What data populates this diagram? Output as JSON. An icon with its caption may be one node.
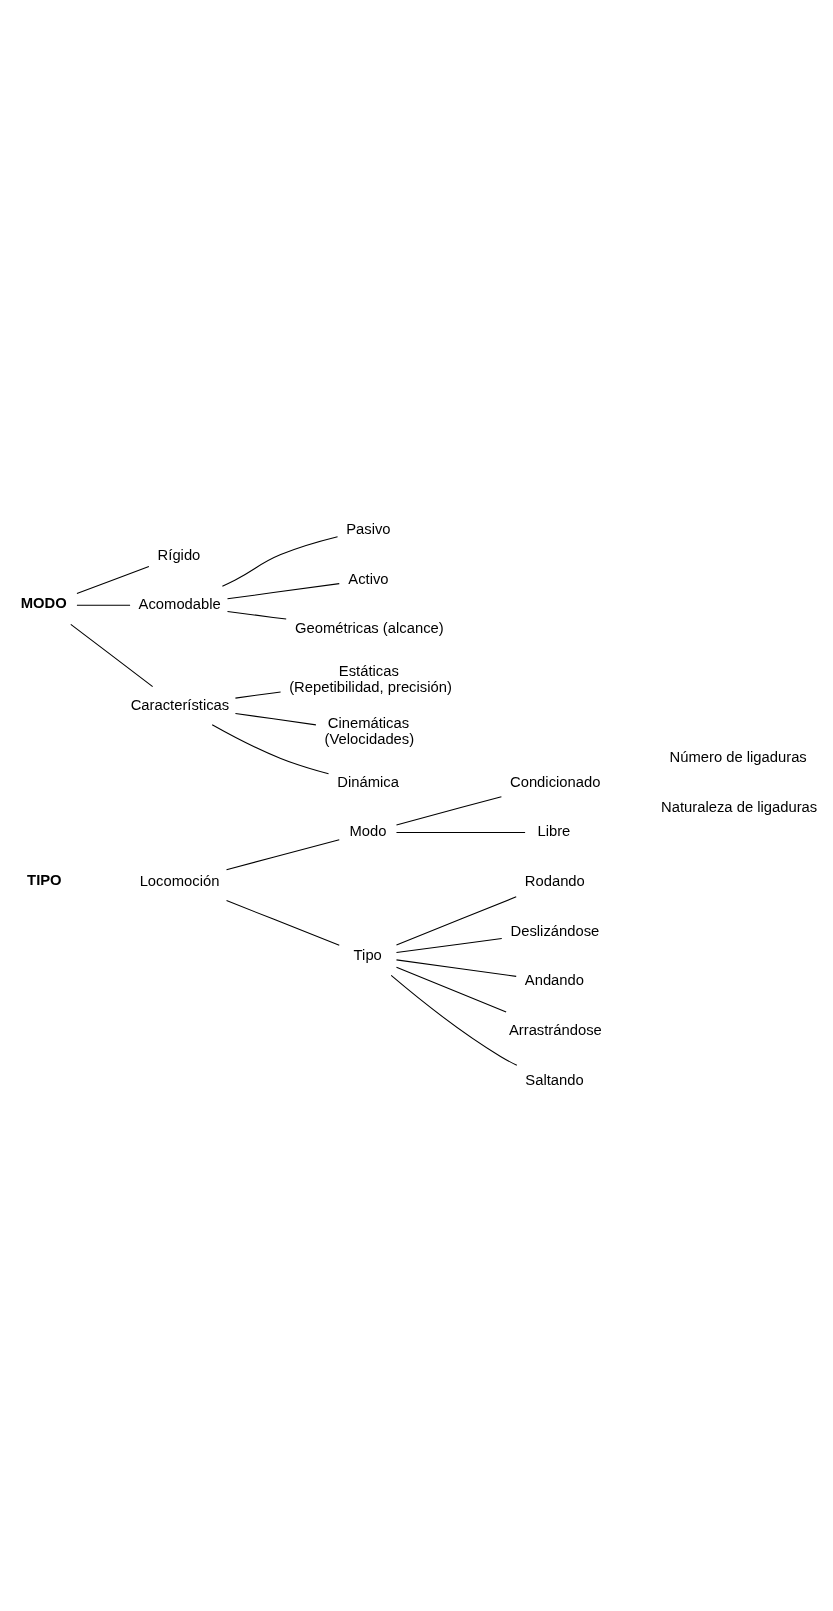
{
  "diagram": {
    "nodes": [
      {
        "text": [
          "Locomoción"
        ]
      },
      {
        "text": [
          "Modo"
        ]
      },
      {
        "text": [
          "Condicionado"
        ]
      },
      {
        "text": [
          "Libre"
        ]
      },
      {
        "text": [
          "Tipo"
        ]
      },
      {
        "text": [
          "Rodando"
        ]
      },
      {
        "text": [
          "Deslizándose"
        ]
      },
      {
        "text": [
          "Andando"
        ]
      },
      {
        "text": [
          "Arrastrándose"
        ]
      },
      {
        "text": [
          "Saltando"
        ]
      },
      {
        "text": [
          "MODO"
        ]
      },
      {
        "text": [
          "Rígido"
        ]
      },
      {
        "text": [
          "Acomodable"
        ]
      },
      {
        "text": [
          "Pasivo"
        ]
      },
      {
        "text": [
          "Activo"
        ]
      },
      {
        "text": [
          "Geométricas (alcance)"
        ]
      },
      {
        "text": [
          "Características"
        ]
      },
      {
        "text": [
          "Estáticas",
          "(Repetibilidad, precisión)"
        ]
      },
      {
        "text": [
          "Cinemáticas",
          "(Velocidades)"
        ]
      },
      {
        "text": [
          "Dinámica"
        ]
      }
    ],
    "edges": [
      {
        "from": 0,
        "to": 1,
        "arrow": "none"
      },
      {
        "from": 0,
        "to": 4,
        "arrow": "none"
      },
      {
        "from": 1,
        "to": 2,
        "arrow": "none"
      },
      {
        "from": 1,
        "to": 3,
        "arrow": "none"
      },
      {
        "from": 4,
        "to": 5,
        "arrow": "none"
      },
      {
        "from": 4,
        "to": 6,
        "arrow": "none"
      },
      {
        "from": 4,
        "to": 7,
        "arrow": "none"
      },
      {
        "from": 4,
        "to": 8,
        "arrow": "none"
      },
      {
        "from": 4,
        "to": 9,
        "arrow": "none"
      },
      {
        "from": 10,
        "to": 11,
        "arrow": "none"
      },
      {
        "from": 10,
        "to": 12,
        "arrow": "none"
      },
      {
        "from": 10,
        "to": 16,
        "arrow": "none"
      },
      {
        "from": 12,
        "to": 13,
        "arrow": "none"
      },
      {
        "from": 12,
        "to": 14,
        "arrow": "none"
      },
      {
        "from": 12,
        "to": 15,
        "arrow": "none"
      },
      {
        "from": 16,
        "to": 17,
        "arrow": "none"
      },
      {
        "from": 16,
        "to": 18,
        "arrow": "none"
      },
      {
        "from": 16,
        "to": 19,
        "arrow": "none"
      }
    ],
    "labels": [
      "TIPO",
      "Número de ligaduras",
      "Naturaleza de ligaduras"
    ]
  }
}
